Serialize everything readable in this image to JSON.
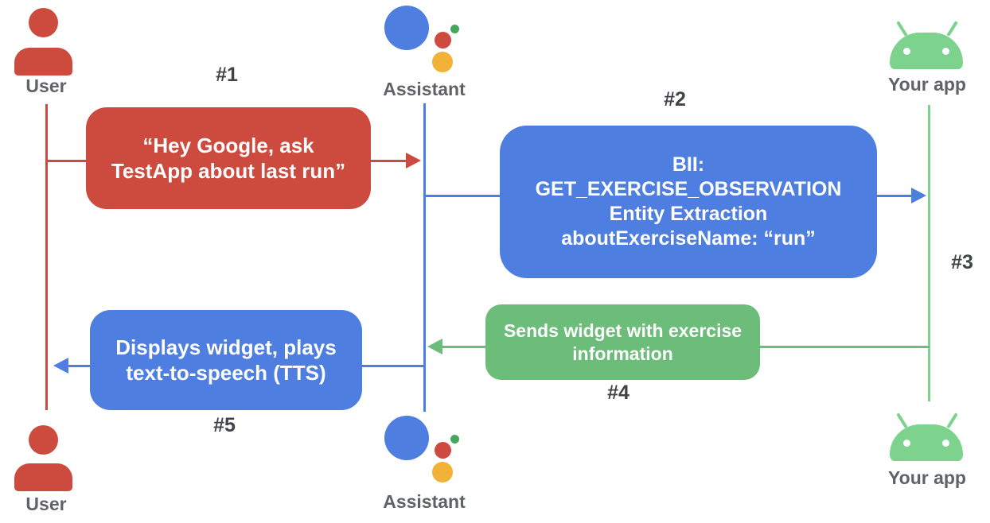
{
  "diagram": {
    "actors": {
      "user_top": "User",
      "assistant_top": "Assistant",
      "app_top": "Your app",
      "user_bottom": "User",
      "assistant_bottom": "Assistant",
      "app_bottom": "Your app"
    },
    "steps": {
      "s1": "#1",
      "s2": "#2",
      "s3": "#3",
      "s4": "#4",
      "s5": "#5"
    },
    "messages": {
      "m1": {
        "from": "User",
        "to": "Assistant",
        "lines": {
          "l1": "“Hey Google, ask",
          "l2": "TestApp about last run”"
        }
      },
      "m2": {
        "from": "Assistant",
        "to": "Your app",
        "lines": {
          "l1": "BII:",
          "l2": "GET_EXERCISE_OBSERVATION",
          "l3": "Entity Extraction",
          "l4": "aboutExerciseName: “run”"
        }
      },
      "m4": {
        "from": "Your app",
        "to": "Assistant",
        "lines": {
          "l1": "Sends widget with exercise",
          "l2": "information"
        }
      },
      "m5": {
        "from": "Assistant",
        "to": "User",
        "lines": {
          "l1": "Displays widget, plays",
          "l2": "text-to-speech (TTS)"
        }
      }
    },
    "icons": {
      "user": "person-icon",
      "assistant": "google-assistant-logo-icon",
      "app": "android-robot-icon"
    },
    "colors": {
      "red": "#CD4A3E",
      "blue": "#4D7EE0",
      "green_box": "#6DBD7A",
      "green_icon": "#7DD28E",
      "logo_green": "#46A75C",
      "logo_yellow": "#F2B237",
      "actor_label": "#5F6368",
      "step_label": "#404347"
    }
  }
}
